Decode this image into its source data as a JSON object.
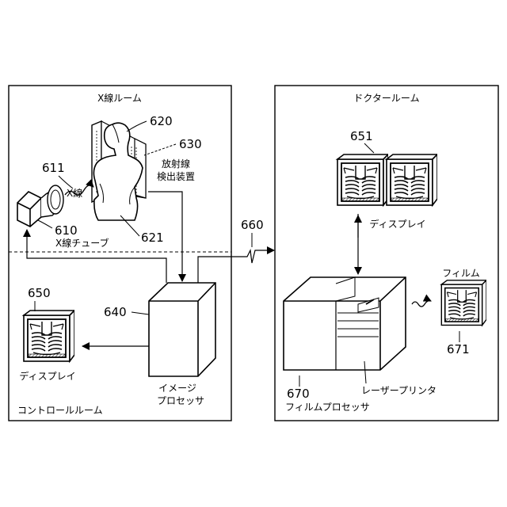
{
  "rooms": {
    "xray_room": "X線ルーム",
    "doctor_room": "ドクタールーム",
    "control_room": "コントロールルーム"
  },
  "labels": {
    "patient_num": "620",
    "detector_num": "630",
    "detector_line1": "放射線",
    "detector_line2": "検出装置",
    "xray_beam_num": "611",
    "xray_beam": "X線",
    "tube_num": "610",
    "tube": "X線チューブ",
    "body_num": "621",
    "network_num": "660",
    "display_doctor_num": "651",
    "display_doctor": "ディスプレイ",
    "display_control_num": "650",
    "display_control": "ディスプレイ",
    "image_processor_num": "640",
    "image_processor_line1": "イメージ",
    "image_processor_line2": "プロセッサ",
    "film_label": "フィルム",
    "film_num": "671",
    "film_processor_num": "670",
    "laser_printer": "レーザープリンタ",
    "film_processor": "フィルムプロセッサ"
  }
}
